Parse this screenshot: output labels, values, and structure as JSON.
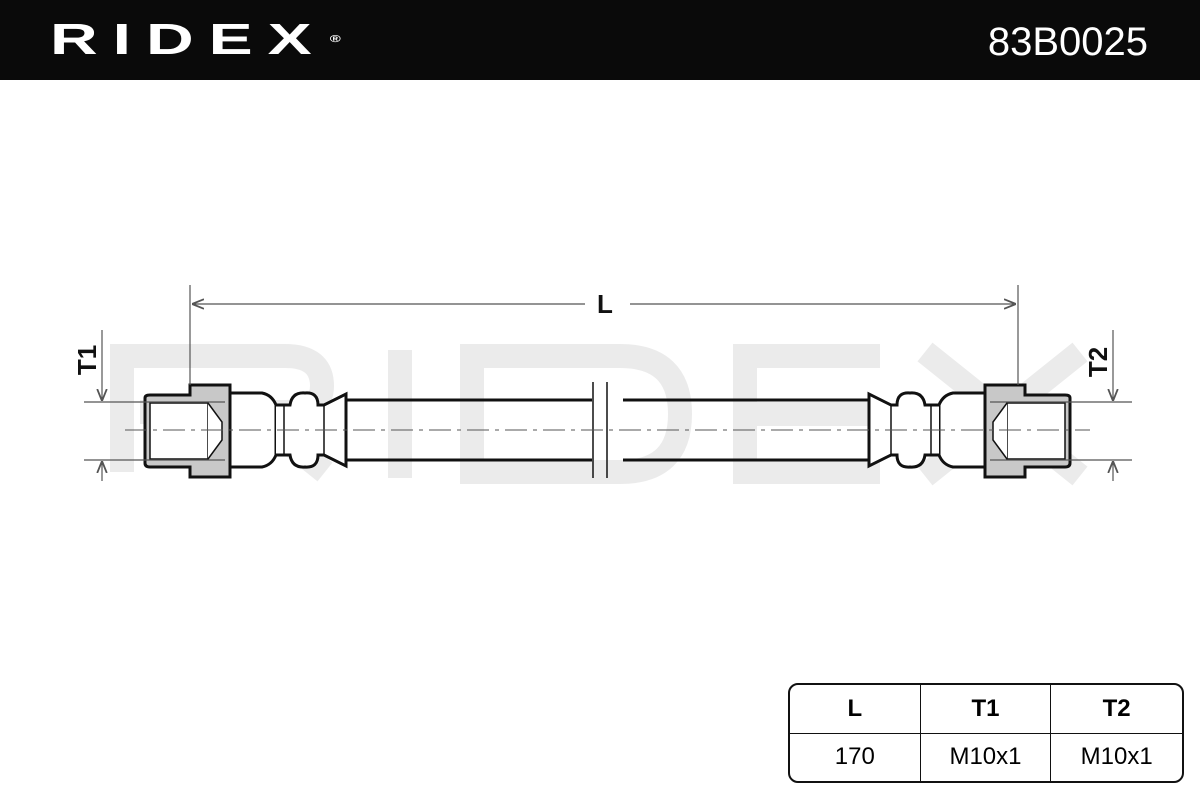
{
  "header": {
    "brand": "RIDEX",
    "registered_mark": "®",
    "part_number": "83B0025"
  },
  "drawing": {
    "watermark": "RIDEX",
    "dimension_labels": {
      "length": "L",
      "thread_left": "T1",
      "thread_right": "T2"
    },
    "colors": {
      "fitting_fill": "#c8c8c8",
      "watermark": "#ebebeb",
      "line": "#111111"
    }
  },
  "spec_table": {
    "headers": [
      "L",
      "T1",
      "T2"
    ],
    "values": [
      "170",
      "M10x1",
      "M10x1"
    ]
  }
}
